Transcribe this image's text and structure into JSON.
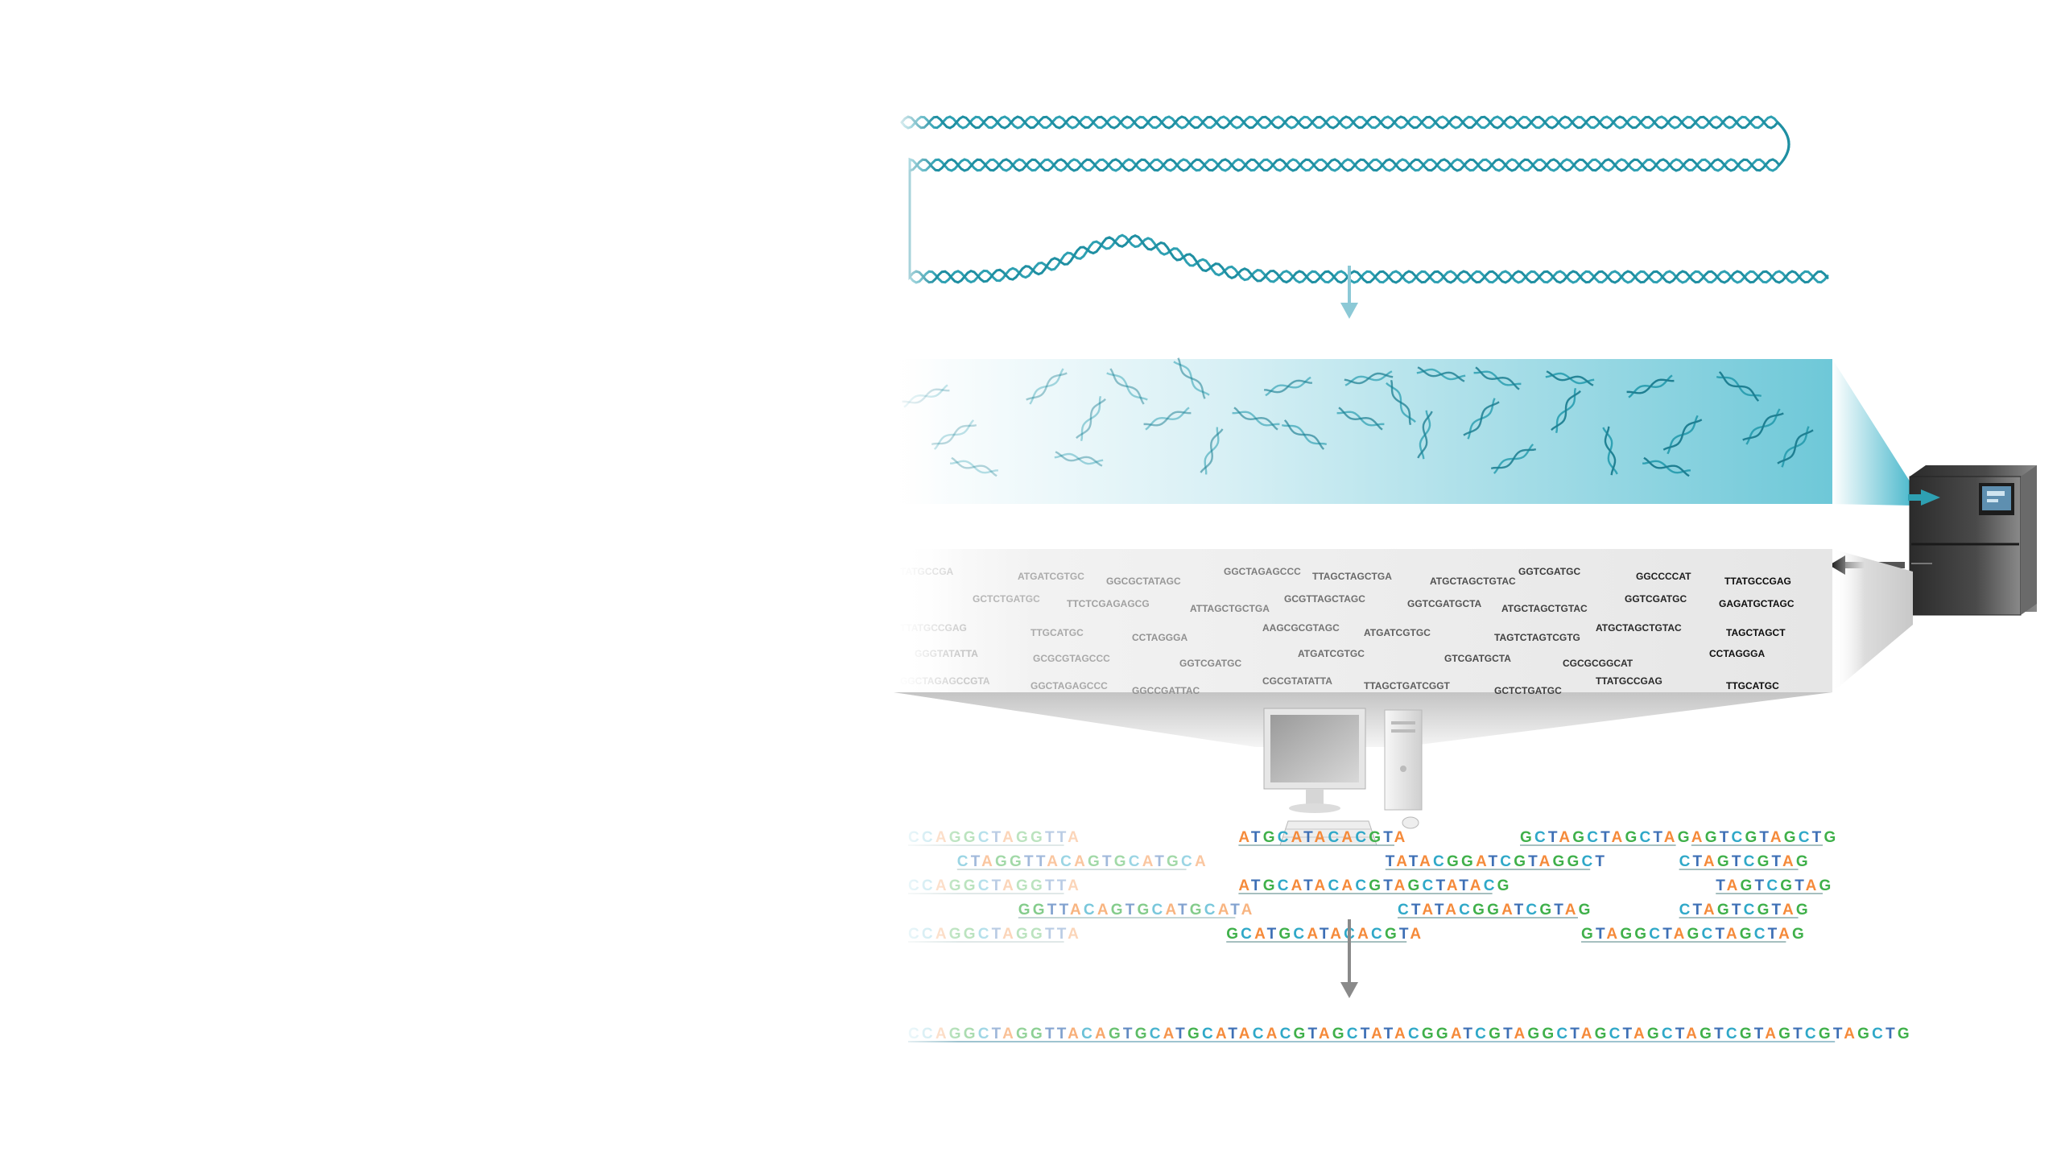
{
  "reads_panel": {
    "reads": [
      [
        "TATGCCGA",
        "ATGATCGTGC",
        "GGCGCTATAGC",
        "GGCTAGAGCCC",
        "TTAGCTAGCTGA",
        "ATGCTAGCTGTAC",
        "GGTCGATGC",
        "GGCCCCAT",
        "TTATGCCGAG"
      ],
      [
        "GCTCTGATGC",
        "TTCTCGAGAGCG",
        "ATTAGCTGCTGA",
        "GCGTTAGCTAGC",
        "GGTCGATGCTA",
        "ATGCTAGCTGTAC",
        "GGTCGATGC",
        "GAGATGCTAGC"
      ],
      [
        "TTATGCCGAG",
        "TTGCATGC",
        "CCTAGGGA",
        "AAGCGCGTAGC",
        "ATGATCGTGC",
        "TAGTCTAGTCGTG",
        "ATGCTAGCTGTAC",
        "TAGCTAGCT"
      ],
      [
        "GGGTATATTA",
        "GCGCGTAGCCC",
        "GGTCGATGC",
        "ATGATCGTGC",
        "GTCGATGCTA",
        "CGCGCGGCAT",
        "CCTAGGGA"
      ],
      [
        "GGCTAGAGCCGTA",
        "GGCTAGAGCCC",
        "GGCCGATTAC",
        "CGCGTATATTA",
        "TTAGCTGATCGGT",
        "GCTCTGATGC",
        "TTATGCCGAG",
        "TTGCATGC"
      ]
    ]
  },
  "alignment": {
    "rows": [
      [
        "CCAGGCTAGGTTA",
        "ATGCATACACGTA",
        "GCTAGCTAGCTAG",
        "AGTCGTAGCTG"
      ],
      [
        "CTAGGTTACAGTGCATGCA",
        "TATACGGATCGTAGGCT",
        "CTAGTCGTAG"
      ],
      [
        "CCAGGCTAGGTTA",
        "ATGCATACACGTAGCTATACG",
        "TAGTCGTAG"
      ],
      [
        "GGTTACAGTGCATGCATA",
        "CTATACGGATCGTAG",
        "CTAGTCGTAG"
      ],
      [
        "CCAGGCTAGGTTA",
        "GCATGCATACACGTA",
        "GTAGGCTAGCTAGCTAG"
      ]
    ],
    "consensus": "CCAGGCTAGGTTACAGTGCATGCATACACGTAGCTATACGGATCGTAGGCTAGCTAGCTAGTCGTAGTCGTAGCTG"
  },
  "colors": {
    "dna": "#2ea0b2",
    "band": "#6ec8d8",
    "base_A": "#f58a3a",
    "base_C": "#2fa8c8",
    "base_G": "#3fb04a",
    "base_T": "#3d6fb5"
  },
  "icons": [
    "dna-helix-icon",
    "sequencer-machine-icon",
    "desktop-computer-icon"
  ]
}
